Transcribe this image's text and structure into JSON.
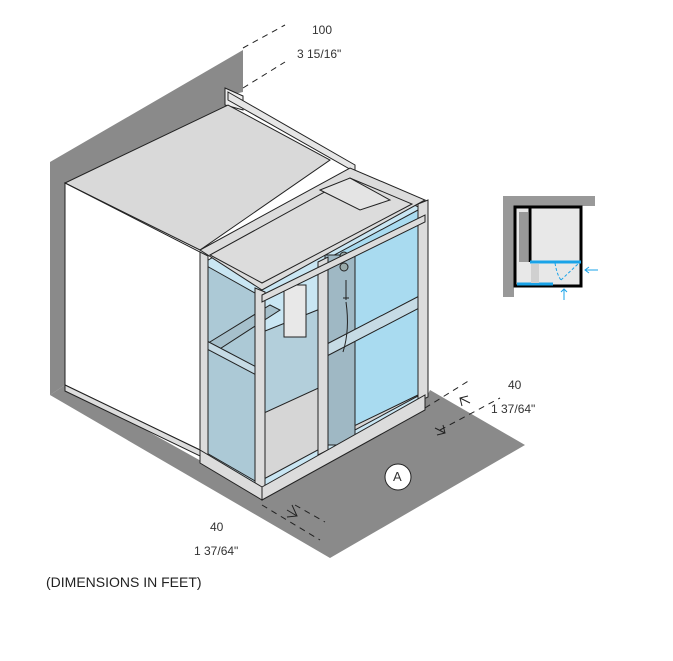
{
  "dimensions": {
    "height": {
      "value": "100",
      "imperial": "3 15/16\""
    },
    "depth": {
      "value": "40",
      "imperial": "1 37/64\""
    },
    "width": {
      "value": "40",
      "imperial": "1 37/64\""
    }
  },
  "marker_label": "A",
  "units_note": "(DIMENSIONS IN FEET)",
  "colors": {
    "shadow": "#8a8a8a",
    "glass": "#bfe2f2",
    "accent": "#1aa3e8",
    "frame": "#d9d9d9"
  }
}
